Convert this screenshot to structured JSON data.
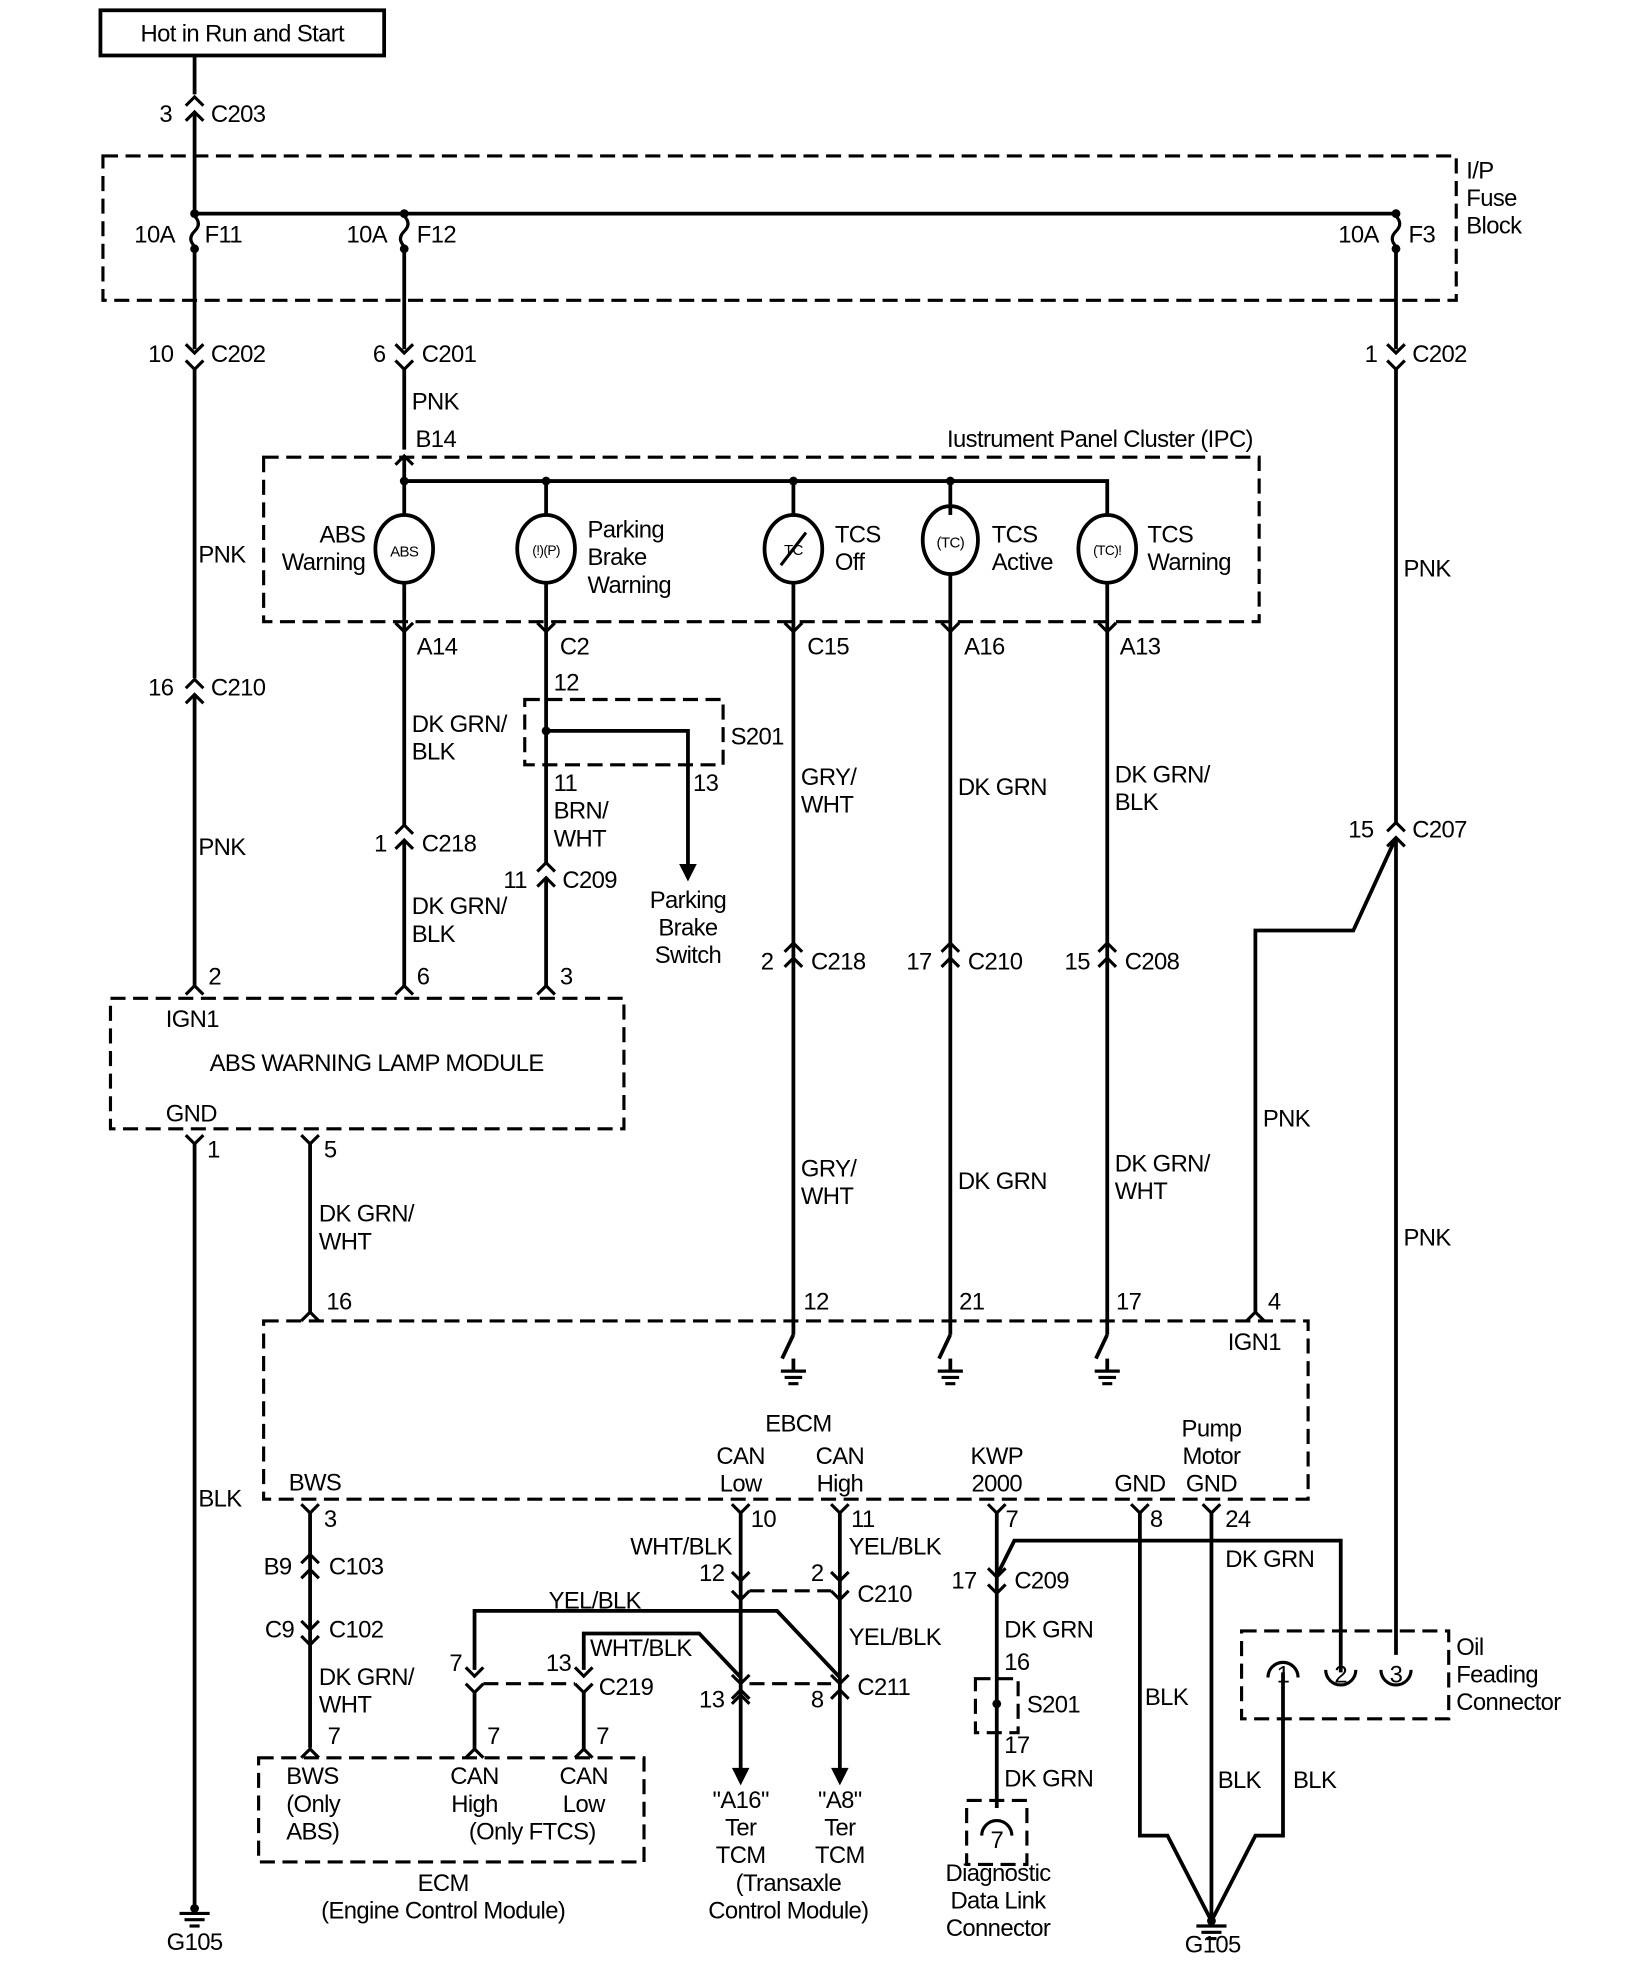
{
  "source": {
    "label": "Hot in Run and Start",
    "connector": "C203",
    "pin": "3"
  },
  "fuse_block": {
    "label_lines": [
      "I/P",
      "Fuse",
      "Block"
    ],
    "fuses": [
      {
        "id": "F11",
        "rating": "10A"
      },
      {
        "id": "F12",
        "rating": "10A"
      },
      {
        "id": "F3",
        "rating": "10A"
      }
    ]
  },
  "connectors_top": [
    {
      "pin": "10",
      "id": "C202"
    },
    {
      "pin": "6",
      "id": "C201"
    },
    {
      "pin": "1",
      "id": "C202"
    }
  ],
  "ipc": {
    "title": "Iustrument Panel Cluster (IPC)",
    "input_pin": "B14",
    "lamps": [
      {
        "name": "ABS Warning",
        "lines": [
          "ABS",
          "Warning"
        ],
        "icon": "ABS",
        "pin": "A14"
      },
      {
        "name": "Parking Brake Warning",
        "lines": [
          "Parking",
          "Brake",
          "Warning"
        ],
        "icon": "(!)(P)",
        "pin": "C2"
      },
      {
        "name": "TCS Off",
        "lines": [
          "TCS",
          "Off"
        ],
        "icon": "TC-off",
        "pin": "C15"
      },
      {
        "name": "TCS Active",
        "lines": [
          "TCS",
          "Active"
        ],
        "icon": "TC",
        "pin": "A16"
      },
      {
        "name": "TCS Warning",
        "lines": [
          "TCS",
          "Warning"
        ],
        "icon": "TC!",
        "pin": "A13"
      }
    ]
  },
  "wires": {
    "pnk": "PNK",
    "blk": "BLK",
    "dkgrn": "DK GRN",
    "dkgrn_blk": [
      "DK GRN/",
      "BLK"
    ],
    "dkgrn_wht": [
      "DK GRN/",
      "WHT"
    ],
    "brn_wht": [
      "BRN/",
      "WHT"
    ],
    "gry_wht": [
      "GRY/",
      "WHT"
    ],
    "wht_blk": "WHT/BLK",
    "yel_blk": "YEL/BLK"
  },
  "splice_s201_top": {
    "id": "S201",
    "pins": [
      "12",
      "11",
      "13"
    ]
  },
  "parking_brake_switch": [
    "Parking",
    "Brake",
    "Switch"
  ],
  "mid_connectors": [
    {
      "pin": "16",
      "id": "C210"
    },
    {
      "pin": "1",
      "id": "C218"
    },
    {
      "pin": "11",
      "id": "C209"
    },
    {
      "pin": "2",
      "id": "C218"
    },
    {
      "pin": "17",
      "id": "C210"
    },
    {
      "pin": "15",
      "id": "C208"
    },
    {
      "pin": "15",
      "id": "C207"
    }
  ],
  "abs_module": {
    "title": "ABS WARNING LAMP MODULE",
    "ign": "IGN1",
    "gnd": "GND",
    "pins": {
      "ign": "2",
      "in6": "6",
      "in3": "3",
      "gnd": "1",
      "out5": "5"
    }
  },
  "ebcm": {
    "title": "EBCM",
    "top_pins": [
      "16",
      "12",
      "21",
      "17",
      "4"
    ],
    "ign": "IGN1",
    "bottom": [
      {
        "label": [
          "BWS"
        ],
        "pin": "3"
      },
      {
        "label": [
          "CAN",
          "Low"
        ],
        "pin": "10"
      },
      {
        "label": [
          "CAN",
          "High"
        ],
        "pin": "11"
      },
      {
        "label": [
          "KWP",
          "2000"
        ],
        "pin": "7"
      },
      {
        "label": [
          "GND"
        ],
        "pin": "8"
      },
      {
        "label": [
          "Pump",
          "Motor",
          "GND"
        ],
        "pin": "24"
      }
    ]
  },
  "lower_connectors": {
    "c103": {
      "pin": "B9",
      "id": "C103"
    },
    "c102": {
      "pin": "C9",
      "id": "C102"
    },
    "c210": {
      "pins": [
        "12",
        "2"
      ],
      "id": "C210"
    },
    "c219": {
      "pins": [
        "7",
        "13"
      ],
      "id": "C219"
    },
    "c211": {
      "pins": [
        "13",
        "8"
      ],
      "id": "C211"
    },
    "c209": {
      "pin": "17",
      "id": "C209"
    },
    "s201": {
      "id": "S201",
      "pins": [
        "16",
        "17"
      ]
    }
  },
  "ecm": {
    "title": "ECM",
    "subtitle": "(Engine Control Module)",
    "pins": [
      {
        "pin": "7",
        "lines": [
          "BWS",
          "(Only",
          "ABS)"
        ]
      },
      {
        "pin": "7",
        "lines": [
          "CAN",
          "High"
        ]
      },
      {
        "pin": "7",
        "lines": [
          "CAN",
          "Low"
        ]
      }
    ],
    "note": "(Only FTCS)"
  },
  "tcm": {
    "lines": [
      "(Transaxle",
      "Control Module)"
    ],
    "terms": [
      [
        "\"A16\"",
        "Ter",
        "TCM"
      ],
      [
        "\"A8\"",
        "Ter",
        "TCM"
      ]
    ]
  },
  "dlc": {
    "pin": "7",
    "lines": [
      "Diagnostic",
      "Data Link",
      "Connector"
    ]
  },
  "oil": {
    "pins": [
      "1",
      "2",
      "3"
    ],
    "lines": [
      "Oil",
      "Feading",
      "Connector"
    ]
  },
  "grounds": [
    "G105",
    "G105"
  ]
}
